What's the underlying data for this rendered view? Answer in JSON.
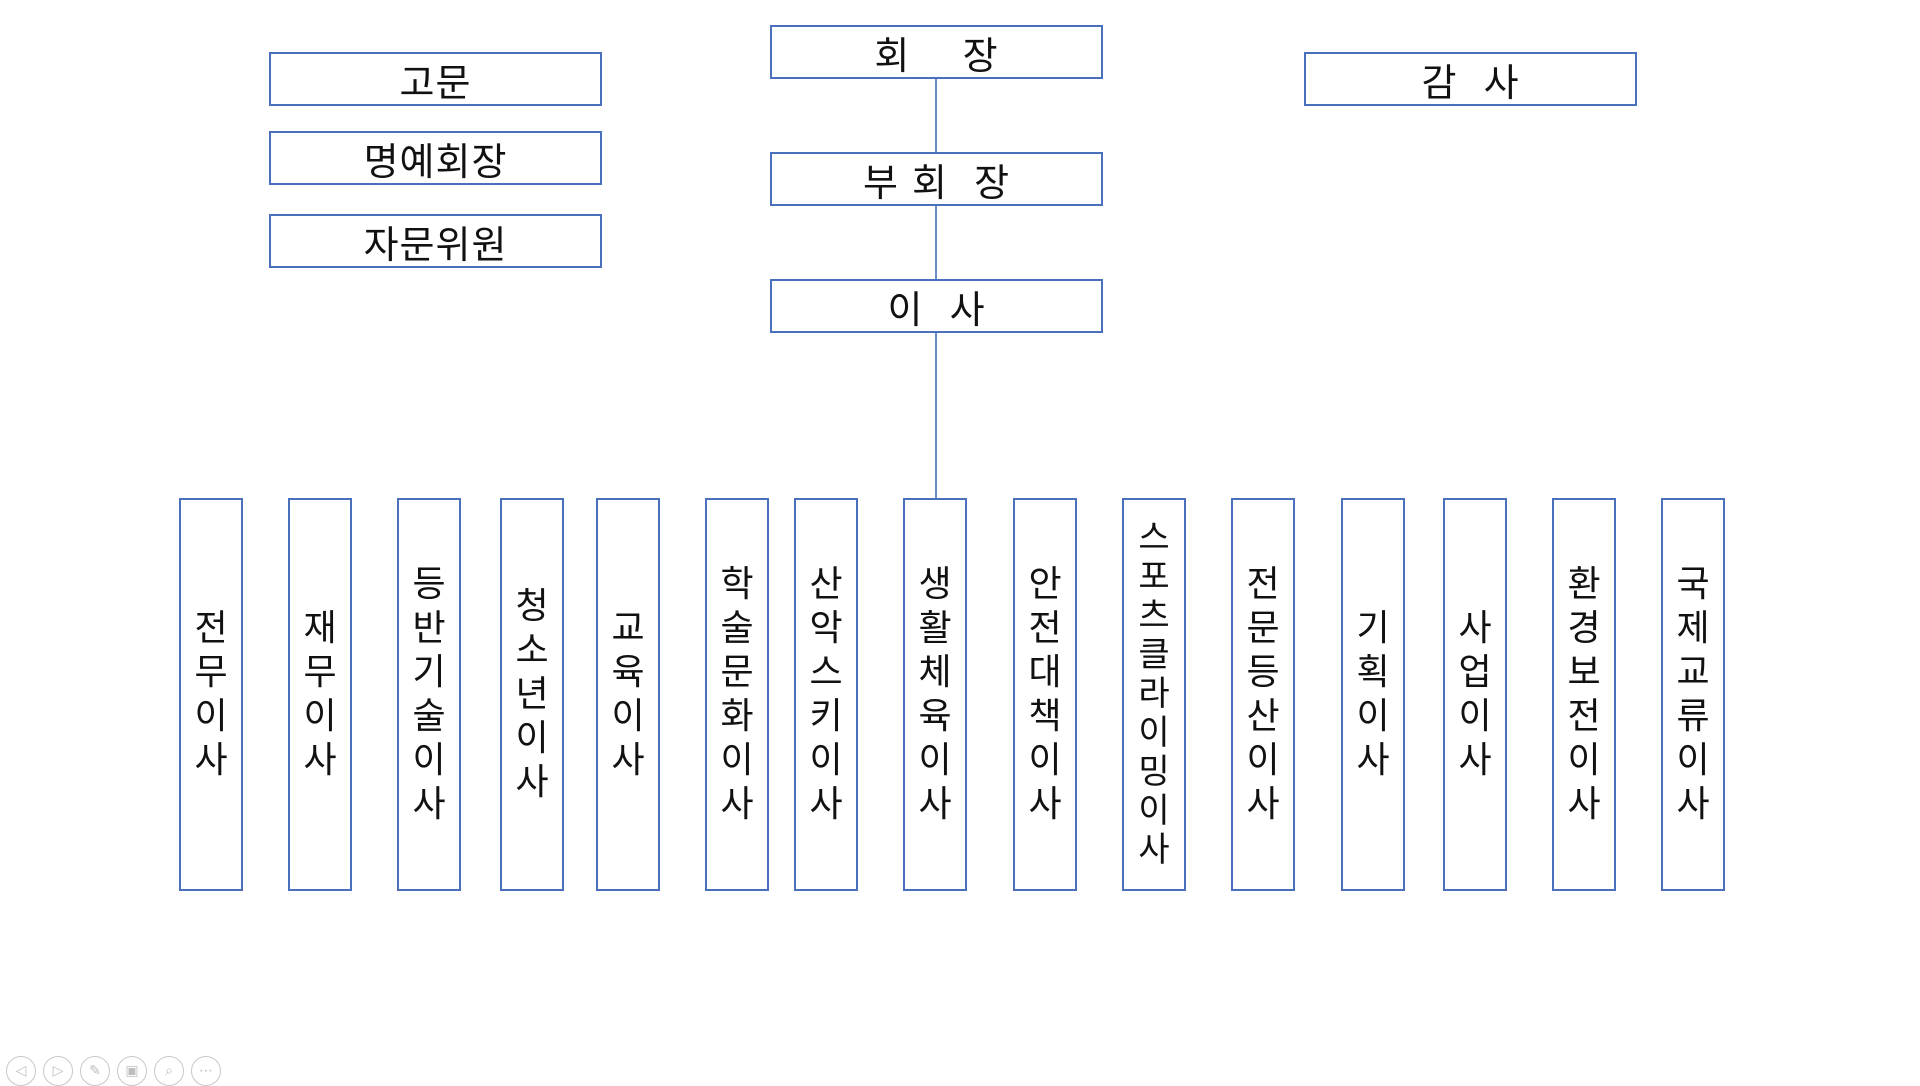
{
  "chart": {
    "president": "회    장",
    "vice_president": "부 회  장",
    "director": "이  사",
    "auditor": "감  사",
    "advisors": [
      "고문",
      "명예회장",
      "자문위원"
    ],
    "departments": [
      "전무이사",
      "재무이사",
      "등반기술이사",
      "청소년이사",
      "교육이사",
      "학술문화이사",
      "산악스키이사",
      "생활체육이사",
      "안전대책이사",
      "스포츠클라이밍이사",
      "전문등산이사",
      "기획이사",
      "사업이사",
      "환경보전이사",
      "국제교류이사"
    ]
  },
  "colors": {
    "border": "#4a6fbd",
    "connector": "#6d8bc6"
  },
  "slideshow_controls": [
    {
      "name": "previous-icon",
      "glyph": "◁"
    },
    {
      "name": "next-icon",
      "glyph": "▷"
    },
    {
      "name": "pen-icon",
      "glyph": "✎"
    },
    {
      "name": "slides-icon",
      "glyph": "▣"
    },
    {
      "name": "zoom-icon",
      "glyph": "⌕"
    },
    {
      "name": "more-icon",
      "glyph": "⋯"
    }
  ]
}
